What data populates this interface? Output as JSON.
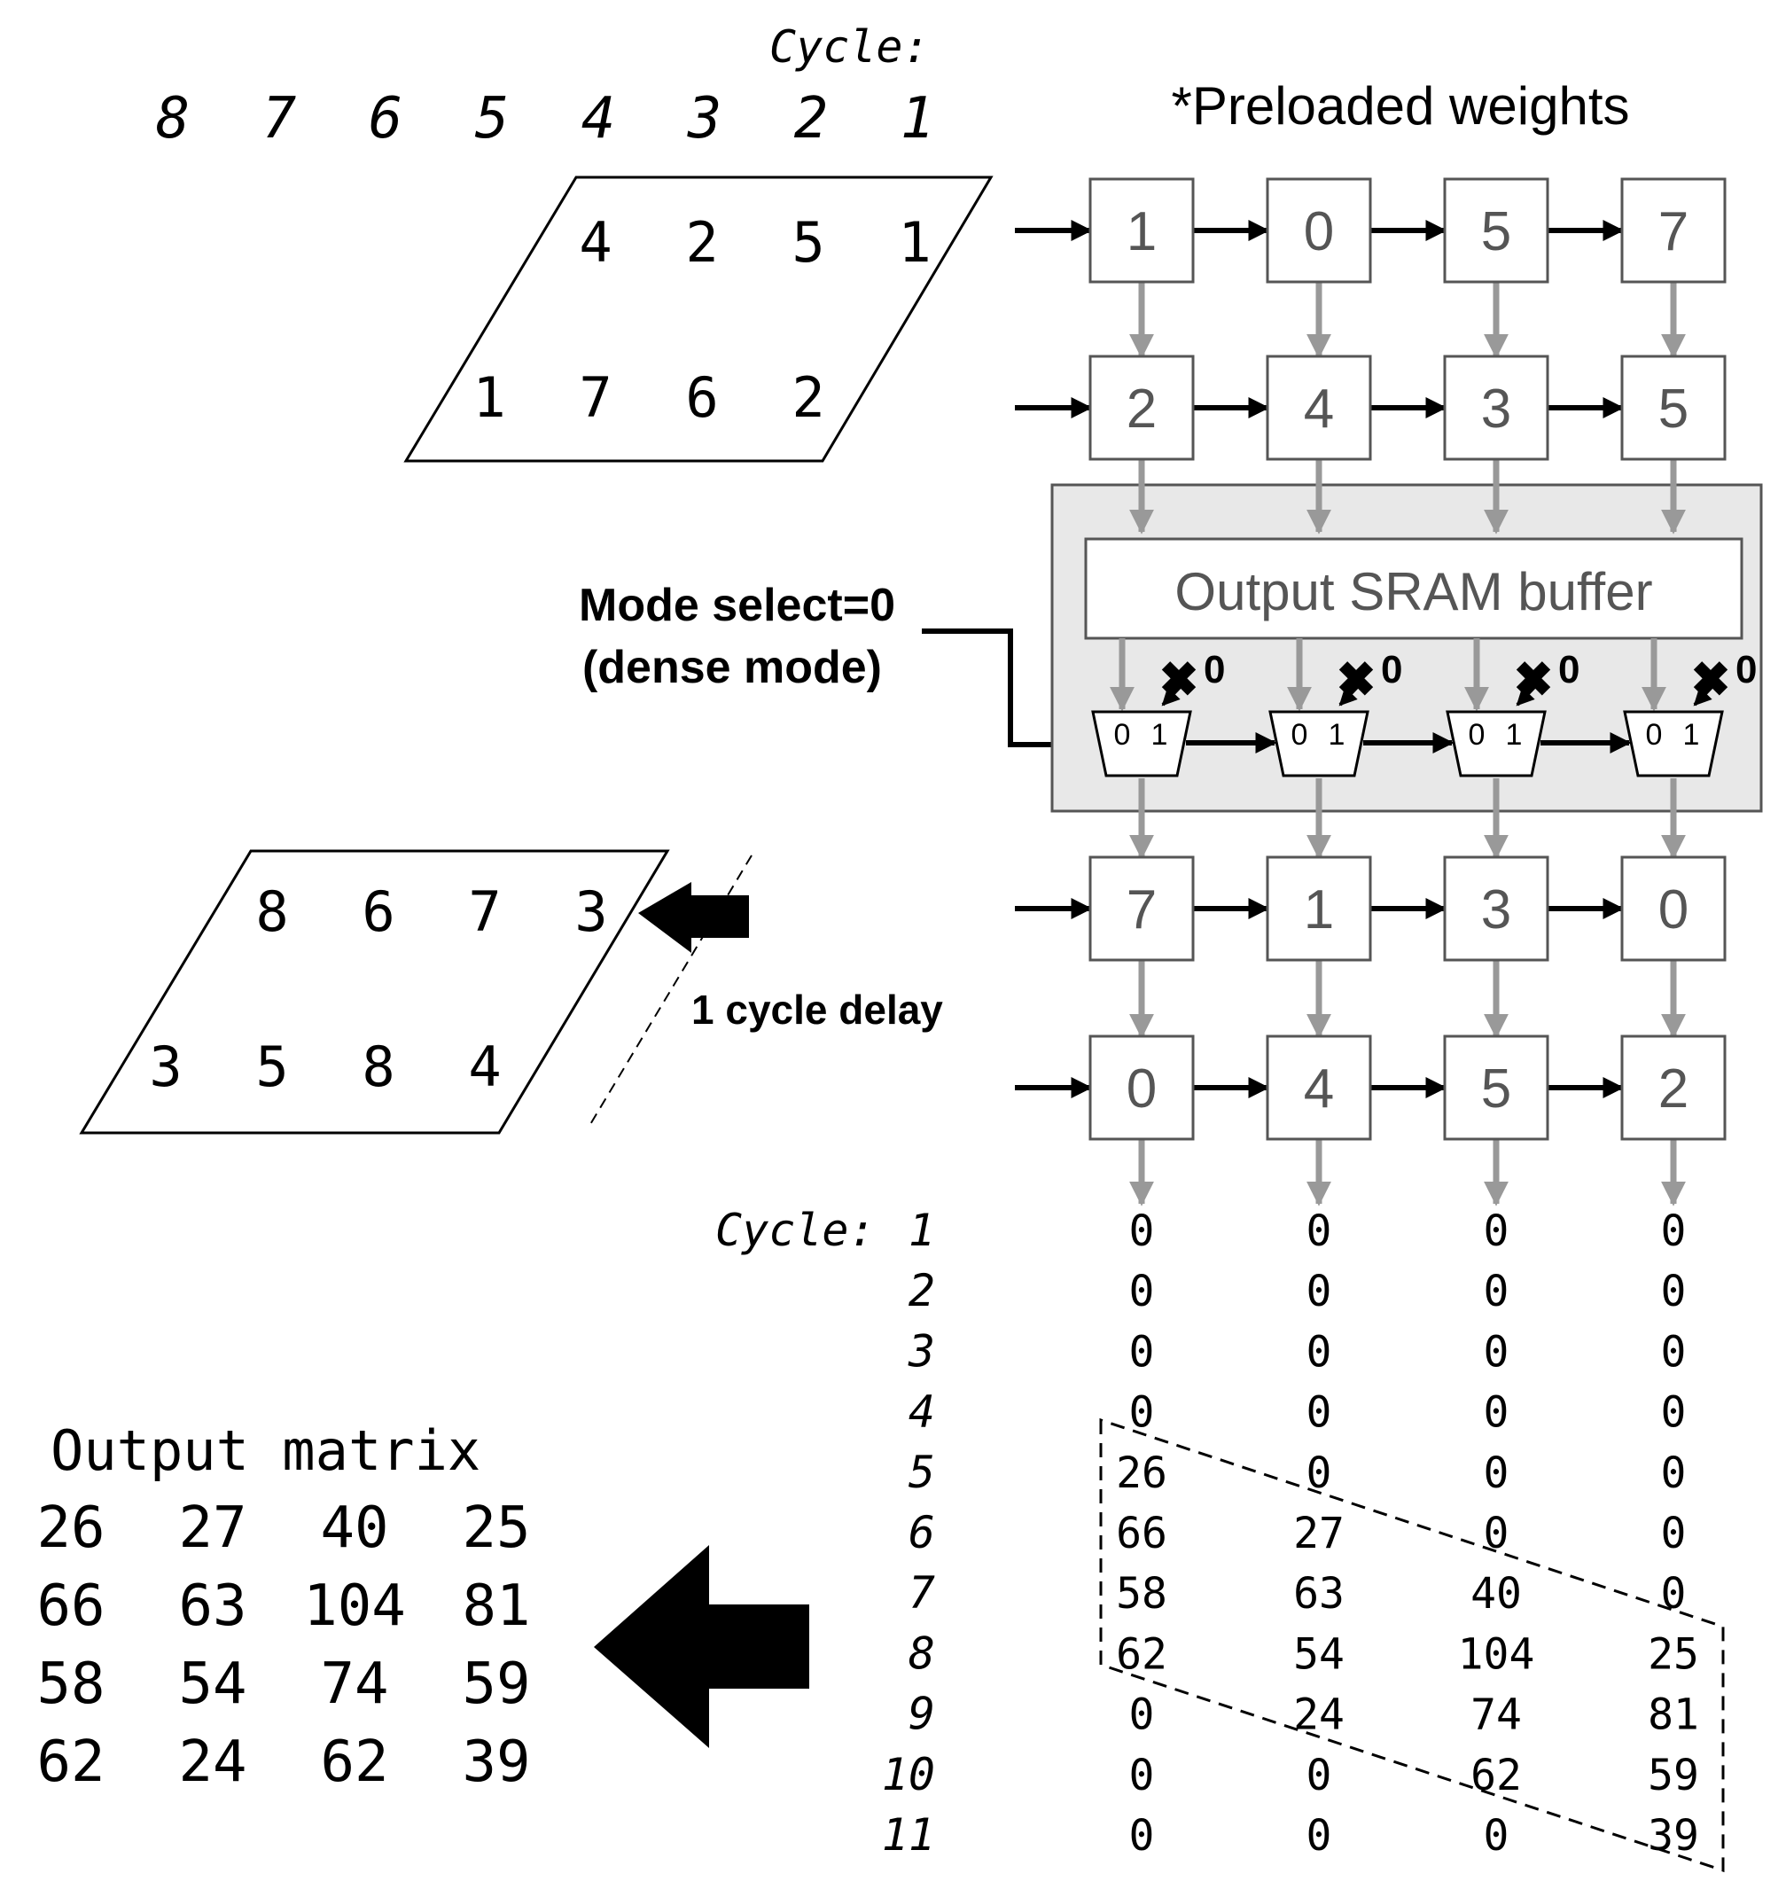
{
  "header": {
    "cycle_label": "Cycle:",
    "cycle_numbers": [
      "8",
      "7",
      "6",
      "5",
      "4",
      "3",
      "2",
      "1"
    ],
    "preloaded_label": "*Preloaded weights"
  },
  "input_top": {
    "row1": [
      "4",
      "2",
      "5",
      "1"
    ],
    "row2": [
      "1",
      "7",
      "6",
      "2"
    ]
  },
  "input_bottom": {
    "row1": [
      "8",
      "6",
      "7",
      "3"
    ],
    "row2": [
      "3",
      "5",
      "8",
      "4"
    ]
  },
  "delay_label": "1 cycle delay",
  "mode_select": {
    "line1": "Mode select=0",
    "line2": "(dense mode)"
  },
  "sram_label": "Output SRAM buffer",
  "mux": {
    "input0": "0",
    "input1": "1",
    "forced_value": "0"
  },
  "pe_weights": {
    "row1": [
      "1",
      "0",
      "5",
      "7"
    ],
    "row2": [
      "2",
      "4",
      "3",
      "5"
    ],
    "row3": [
      "7",
      "1",
      "3",
      "0"
    ],
    "row4": [
      "0",
      "4",
      "5",
      "2"
    ]
  },
  "cycle_table": {
    "label": "Cycle:",
    "cycles": [
      "1",
      "2",
      "3",
      "4",
      "5",
      "6",
      "7",
      "8",
      "9",
      "10",
      "11"
    ],
    "values": [
      [
        "0",
        "0",
        "0",
        "0"
      ],
      [
        "0",
        "0",
        "0",
        "0"
      ],
      [
        "0",
        "0",
        "0",
        "0"
      ],
      [
        "0",
        "0",
        "0",
        "0"
      ],
      [
        "26",
        "0",
        "0",
        "0"
      ],
      [
        "66",
        "27",
        "0",
        "0"
      ],
      [
        "58",
        "63",
        "40",
        "0"
      ],
      [
        "62",
        "54",
        "104",
        "25"
      ],
      [
        "0",
        "24",
        "74",
        "81"
      ],
      [
        "0",
        "0",
        "62",
        "59"
      ],
      [
        "0",
        "0",
        "0",
        "39"
      ]
    ]
  },
  "output_matrix": {
    "title": "Output matrix",
    "rows": [
      [
        "26",
        "27",
        "40",
        "25"
      ],
      [
        "66",
        "63",
        "104",
        "81"
      ],
      [
        "58",
        "54",
        "74",
        "59"
      ],
      [
        "62",
        "24",
        "62",
        "39"
      ]
    ]
  }
}
